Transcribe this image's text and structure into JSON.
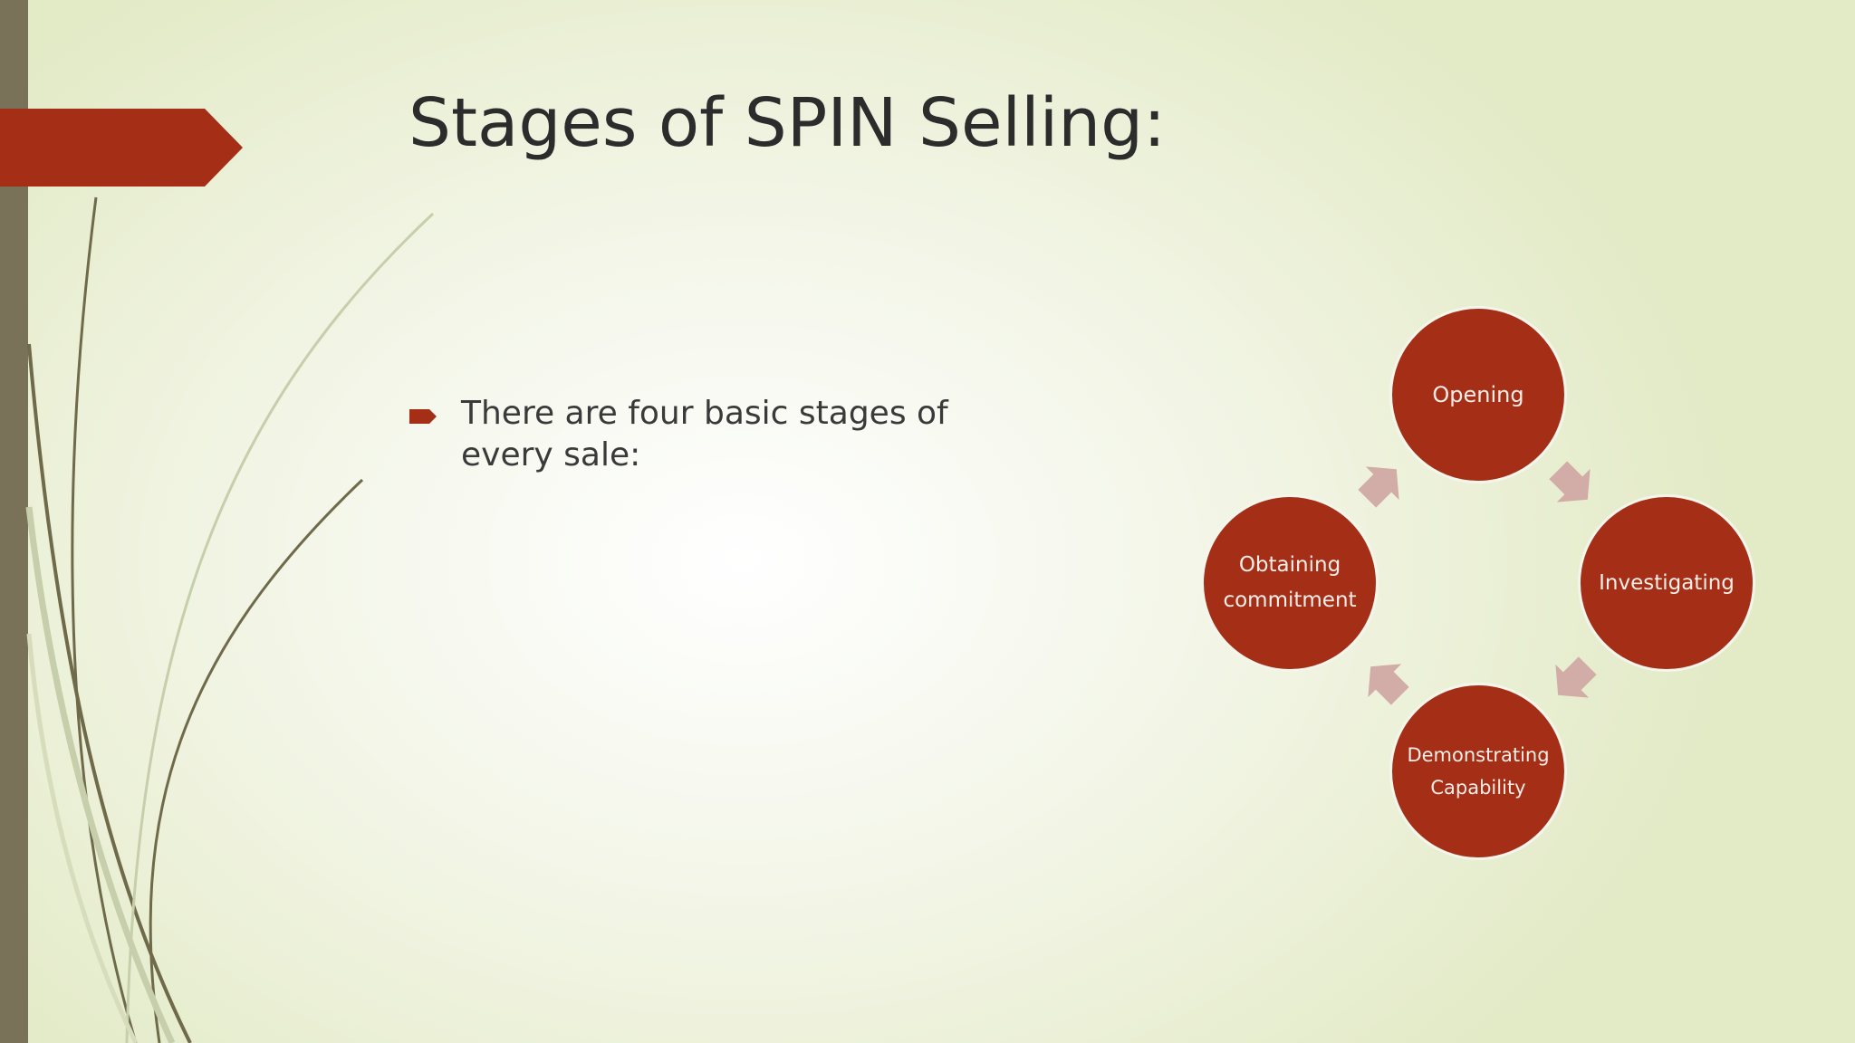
{
  "slide": {
    "title": "Stages of SPIN Selling:",
    "bullet": "There are four basic stages of every sale:"
  },
  "cycle": {
    "stages": [
      {
        "label": "Opening"
      },
      {
        "label": "Investigating"
      },
      {
        "label": "Demonstrating Capability"
      },
      {
        "label": "Obtaining commitment"
      }
    ]
  },
  "colors": {
    "accent": "#a42e16",
    "arrow": "#d2aca6",
    "side_strip": "#7a7258",
    "background": "#eef2dc"
  },
  "icons": {
    "bullet": "arrow-bullet-icon"
  }
}
